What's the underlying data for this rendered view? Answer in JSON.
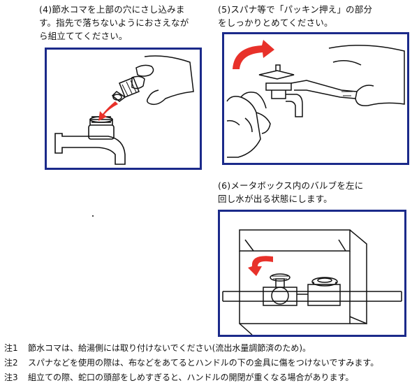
{
  "steps": [
    {
      "number": "(4)",
      "lines": [
        "節水コマを上部の穴にさし込みま",
        "す。指先で落ちないようにおさえなが",
        "ら組立ててください。"
      ]
    },
    {
      "number": "(5)",
      "lines": [
        "スパナ等で「パッキン押え」の部分",
        "をしっかりとめてください。"
      ]
    },
    {
      "number": "(6)",
      "lines": [
        "メータボックス内のバルブを左に",
        "回し水が出る状態にします。"
      ]
    }
  ],
  "notes": [
    {
      "label": "注1",
      "text": "節水コマは、給湯側には取り付けないでください(流出水量調節済のため)。"
    },
    {
      "label": "注2",
      "text": "スパナなどを使用の際は、布などをあてるとハンドルの下の金具に傷をつけないですみます。"
    },
    {
      "label": "注3",
      "text": "組立ての際、蛇口の頭部をしめすぎると、ハンドルの開閉が重くなる場合があります。"
    }
  ],
  "colors": {
    "frame_border": "#1b2a8a",
    "arrow": "#e8312a",
    "line_art": "#111111"
  }
}
